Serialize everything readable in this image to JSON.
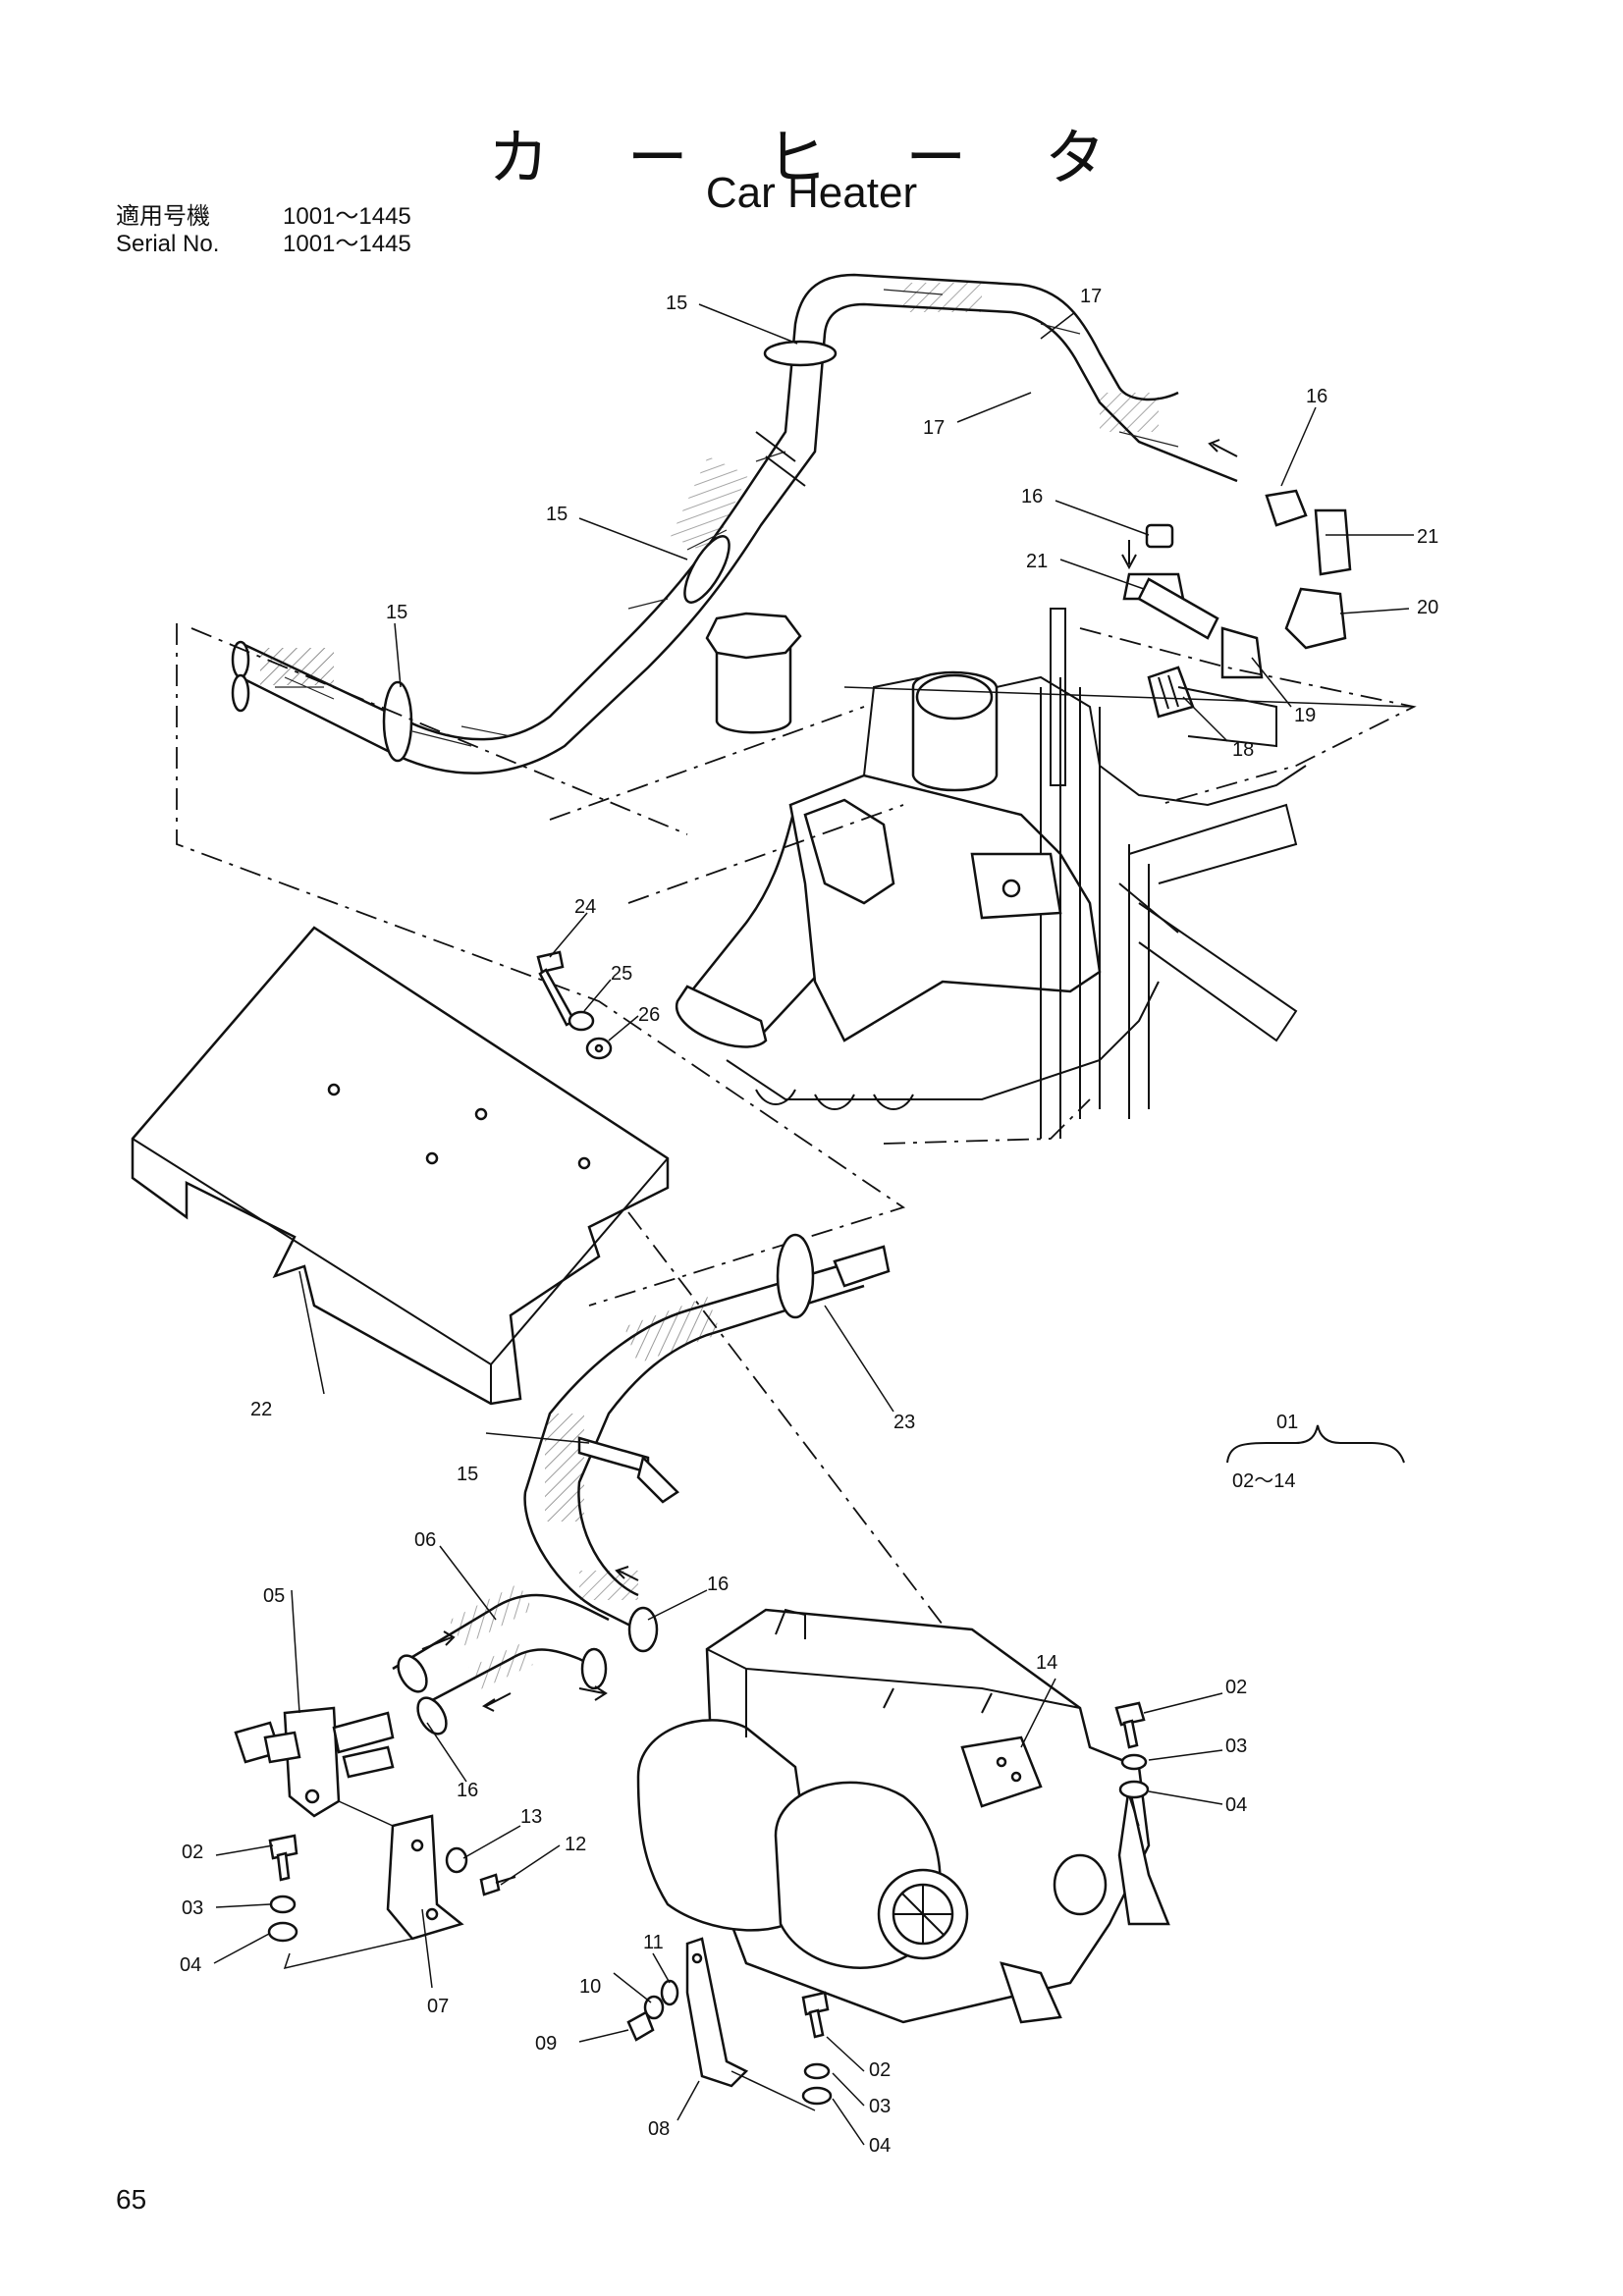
{
  "header": {
    "title_jp": "カ ー ヒ ー タ",
    "title_en": "Car Heater",
    "serial_jp_label": "適用号機",
    "serial_jp_value": "1001～1445",
    "serial_en_label": "Serial No.",
    "serial_en_value": "1001～1445"
  },
  "footer": {
    "page_number": "65"
  },
  "group": {
    "top": "01",
    "bottom": "02～14"
  },
  "callouts": {
    "c15a": "15",
    "c17a": "17",
    "c17b": "17",
    "c16a": "16",
    "c16b": "16",
    "c21a": "21",
    "c21b": "21",
    "c20": "20",
    "c19": "19",
    "c18": "18",
    "c15b": "15",
    "c15c": "15",
    "c24": "24",
    "c25": "25",
    "c26": "26",
    "c22": "22",
    "c23": "23",
    "c15d": "15",
    "c06": "06",
    "c05": "05",
    "c16c": "16",
    "c16d": "16",
    "c14": "14",
    "c02a": "02",
    "c03a": "03",
    "c04a": "04",
    "c02b": "02",
    "c03b": "03",
    "c04b": "04",
    "c13": "13",
    "c12": "12",
    "c07": "07",
    "c11": "11",
    "c10": "10",
    "c09": "09",
    "c08": "08",
    "c02c": "02",
    "c03c": "03",
    "c04c": "04"
  }
}
